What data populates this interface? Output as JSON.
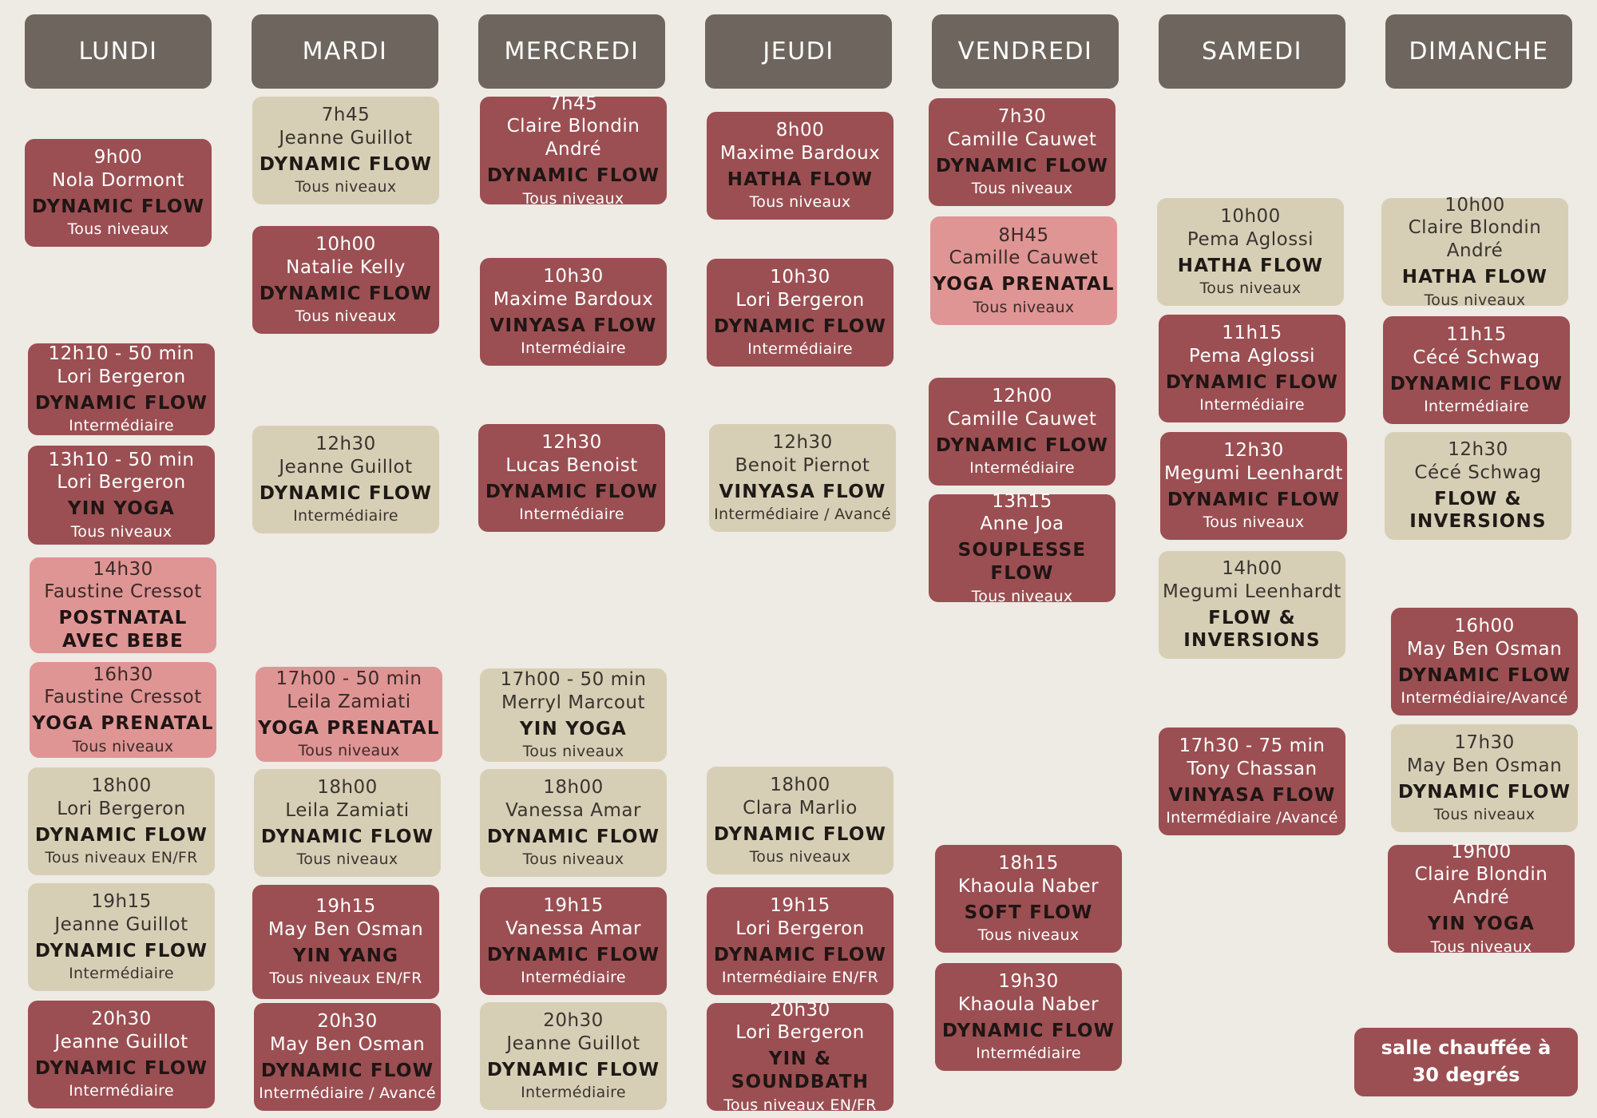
{
  "days": [
    "LUNDI",
    "MARDI",
    "MERCREDI",
    "JEUDI",
    "VENDREDI",
    "SAMEDI",
    "DIMANCHE"
  ],
  "classes": [
    [
      {
        "time": "9h00",
        "teacher": "Nola Dormont",
        "style": "DYNAMIC FLOW",
        "level": "Tous niveaux",
        "color": "red"
      },
      {
        "time": "12h10 - 50 min",
        "teacher": "Lori Bergeron",
        "style": "DYNAMIC FLOW",
        "level": "Intermédiaire",
        "color": "red"
      },
      {
        "time": "13h10 - 50 min",
        "teacher": "Lori Bergeron",
        "style": "YIN YOGA",
        "level": "Tous niveaux",
        "color": "red"
      },
      {
        "time": "14h30",
        "teacher": "Faustine Cressot",
        "style": "POSTNATAL AVEC BEBE",
        "level": "",
        "color": "pink"
      },
      {
        "time": "16h30",
        "teacher": "Faustine Cressot",
        "style": "YOGA PRENATAL",
        "level": "Tous niveaux",
        "color": "pink"
      },
      {
        "time": "18h00",
        "teacher": "Lori Bergeron",
        "style": "DYNAMIC FLOW",
        "level": "Tous niveaux EN/FR",
        "color": "beige"
      },
      {
        "time": "19h15",
        "teacher": "Jeanne Guillot",
        "style": "DYNAMIC FLOW",
        "level": "Intermédiaire",
        "color": "beige"
      },
      {
        "time": "20h30",
        "teacher": "Jeanne Guillot",
        "style": "DYNAMIC FLOW",
        "level": "Intermédiaire",
        "color": "red"
      }
    ],
    [
      {
        "time": "7h45",
        "teacher": "Jeanne Guillot",
        "style": "DYNAMIC FLOW",
        "level": "Tous niveaux",
        "color": "beige"
      },
      {
        "time": "10h00",
        "teacher": "Natalie Kelly",
        "style": "DYNAMIC FLOW",
        "level": "Tous niveaux",
        "color": "red"
      },
      {
        "time": "12h30",
        "teacher": "Jeanne Guillot",
        "style": "DYNAMIC FLOW",
        "level": "Intermédiaire",
        "color": "beige"
      },
      {
        "time": "17h00 - 50 min",
        "teacher": "Leila Zamiati",
        "style": "YOGA PRENATAL",
        "level": "Tous niveaux",
        "color": "pink"
      },
      {
        "time": "18h00",
        "teacher": "Leila Zamiati",
        "style": "DYNAMIC FLOW",
        "level": "Tous niveaux",
        "color": "beige"
      },
      {
        "time": "19h15",
        "teacher": "May Ben Osman",
        "style": "YIN YANG",
        "level": "Tous niveaux EN/FR",
        "color": "red"
      },
      {
        "time": "20h30",
        "teacher": "May Ben Osman",
        "style": "DYNAMIC FLOW",
        "level": "Intermédiaire / Avancé",
        "color": "red"
      }
    ],
    [
      {
        "time": "7h45",
        "teacher": "Claire Blondin André",
        "style": "DYNAMIC FLOW",
        "level": "Tous niveaux",
        "color": "red"
      },
      {
        "time": "10h30",
        "teacher": "Maxime Bardoux",
        "style": "VINYASA FLOW",
        "level": "Intermédiaire",
        "color": "red"
      },
      {
        "time": "12h30",
        "teacher": "Lucas Benoist",
        "style": "DYNAMIC FLOW",
        "level": "Intermédiaire",
        "color": "red"
      },
      {
        "time": "17h00 - 50 min",
        "teacher": "Merryl Marcout",
        "style": "YIN YOGA",
        "level": "Tous niveaux",
        "color": "beige"
      },
      {
        "time": "18h00",
        "teacher": "Vanessa Amar",
        "style": "DYNAMIC FLOW",
        "level": "Tous niveaux",
        "color": "beige"
      },
      {
        "time": "19h15",
        "teacher": "Vanessa Amar",
        "style": "DYNAMIC FLOW",
        "level": "Intermédiaire",
        "color": "red"
      },
      {
        "time": "20h30",
        "teacher": "Jeanne Guillot",
        "style": "DYNAMIC FLOW",
        "level": "Intermédiaire",
        "color": "beige"
      }
    ],
    [
      {
        "time": "8h00",
        "teacher": "Maxime Bardoux",
        "style": "HATHA FLOW",
        "level": "Tous niveaux",
        "color": "red"
      },
      {
        "time": "10h30",
        "teacher": "Lori Bergeron",
        "style": "DYNAMIC FLOW",
        "level": "Intermédiaire",
        "color": "red"
      },
      {
        "time": "12h30",
        "teacher": "Benoit Piernot",
        "style": "VINYASA FLOW",
        "level": "Intermédiaire / Avancé",
        "color": "beige"
      },
      {
        "time": "18h00",
        "teacher": "Clara Marlio",
        "style": "DYNAMIC FLOW",
        "level": "Tous niveaux",
        "color": "beige"
      },
      {
        "time": "19h15",
        "teacher": "Lori Bergeron",
        "style": "DYNAMIC FLOW",
        "level": "Intermédiaire EN/FR",
        "color": "red"
      },
      {
        "time": "20h30",
        "teacher": "Lori Bergeron",
        "style": "YIN & SOUNDBATH",
        "level": "Tous niveaux EN/FR",
        "color": "red"
      }
    ],
    [
      {
        "time": "7h30",
        "teacher": "Camille Cauwet",
        "style": "DYNAMIC FLOW",
        "level": "Tous niveaux",
        "color": "red"
      },
      {
        "time": "8H45",
        "teacher": "Camille Cauwet",
        "style": "YOGA PRENATAL",
        "level": "Tous niveaux",
        "color": "pink"
      },
      {
        "time": "12h00",
        "teacher": "Camille Cauwet",
        "style": "DYNAMIC FLOW",
        "level": "Intermédiaire",
        "color": "red"
      },
      {
        "time": "13h15",
        "teacher": "Anne Joa",
        "style": "SOUPLESSE FLOW",
        "level": "Tous niveaux",
        "color": "red"
      },
      {
        "time": "18h15",
        "teacher": "Khaoula Naber",
        "style": "SOFT FLOW",
        "level": "Tous niveaux",
        "color": "red"
      },
      {
        "time": "19h30",
        "teacher": "Khaoula Naber",
        "style": "DYNAMIC FLOW",
        "level": "Intermédiaire",
        "color": "red"
      }
    ],
    [
      {
        "time": "10h00",
        "teacher": "Pema Aglossi",
        "style": "HATHA FLOW",
        "level": "Tous niveaux",
        "color": "beige"
      },
      {
        "time": "11h15",
        "teacher": "Pema Aglossi",
        "style": "DYNAMIC FLOW",
        "level": "Intermédiaire",
        "color": "red"
      },
      {
        "time": "12h30",
        "teacher": "Megumi Leenhardt",
        "style": "DYNAMIC FLOW",
        "level": "Tous niveaux",
        "color": "red"
      },
      {
        "time": "14h00",
        "teacher": "Megumi Leenhardt",
        "style": "FLOW & INVERSIONS",
        "level": "",
        "color": "beige"
      },
      {
        "time": "17h30 - 75 min",
        "teacher": "Tony Chassan",
        "style": "VINYASA FLOW",
        "level": "Intermédiaire /Avancé",
        "color": "red"
      }
    ],
    [
      {
        "time": "10h00",
        "teacher": "Claire Blondin André",
        "style": "HATHA FLOW",
        "level": "Tous niveaux",
        "color": "beige"
      },
      {
        "time": "11h15",
        "teacher": "Cécé Schwag",
        "style": "DYNAMIC FLOW",
        "level": "Intermédiaire",
        "color": "red"
      },
      {
        "time": "12h30",
        "teacher": "Cécé Schwag",
        "style": "FLOW & INVERSIONS",
        "level": "",
        "color": "beige"
      },
      {
        "time": "16h00",
        "teacher": "May Ben Osman",
        "style": "DYNAMIC FLOW",
        "level": "Intermédiaire/Avancé",
        "color": "red"
      },
      {
        "time": "17h30",
        "teacher": "May Ben Osman",
        "style": "DYNAMIC FLOW",
        "level": "Tous niveaux",
        "color": "beige"
      },
      {
        "time": "19h00",
        "teacher": "Claire Blondin André",
        "style": "YIN YOGA",
        "level": "Tous niveaux",
        "color": "red"
      }
    ]
  ],
  "note": "salle chauffée à\n30 degrés"
}
